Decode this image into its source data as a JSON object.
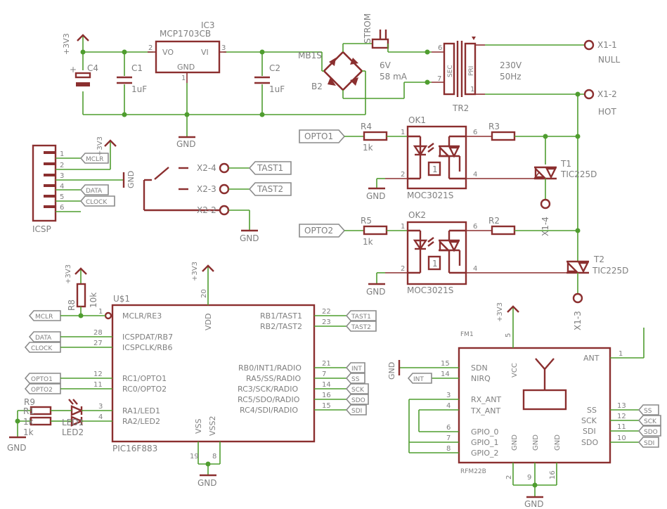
{
  "power": {
    "vcc": "+3V3",
    "gnd": "GND"
  },
  "regulator": {
    "name": "IC3",
    "value": "MCP1703CB",
    "vo": "VO",
    "vi": "VI",
    "gnd": "GND",
    "pin_vo": "2",
    "pin_vi": "3",
    "pin_gnd": "1"
  },
  "caps": {
    "c4": "C4",
    "c1": "C1",
    "c1_val": "1uF",
    "c2": "C2",
    "c2_val": "1uF"
  },
  "bridge": {
    "name": "MB1S",
    "ref": "B2"
  },
  "fuse": {
    "name": "STROM"
  },
  "transformer": {
    "name": "TR2",
    "sec": "SEC",
    "pri": "PRI",
    "sec_v": "6V",
    "sec_i": "58 mA",
    "pri_v": "230V",
    "pri_f": "50Hz",
    "p6": "6",
    "p7": "7",
    "p1": "1"
  },
  "mains": {
    "x11": "X1-1",
    "null": "NULL",
    "x12": "X1-2",
    "hot": "HOT",
    "x14": "X1-4",
    "x13": "X1-3"
  },
  "icsp": {
    "name": "ICSP",
    "pins": [
      "1",
      "2",
      "3",
      "4",
      "5",
      "6"
    ],
    "labels": {
      "mclr": "MCLR",
      "data": "DATA",
      "clock": "CLOCK"
    }
  },
  "buttons": {
    "x24": "X2-4",
    "x23": "X2-3",
    "x22": "X2-2",
    "tast1": "TAST1",
    "tast2": "TAST2"
  },
  "opto1": {
    "net": "OPTO1",
    "r": "R4",
    "r_val": "1k",
    "ok": "OK1",
    "part": "MOC3021S",
    "r2": "R3",
    "p1": "1",
    "p2": "2",
    "p4": "4",
    "p6": "6",
    "one": "1"
  },
  "opto2": {
    "net": "OPTO2",
    "r": "R5",
    "r_val": "1k",
    "ok": "OK2",
    "part": "MOC3021S",
    "r2": "R2",
    "p1": "1",
    "p2": "2",
    "p4": "4",
    "p6": "6",
    "one": "1"
  },
  "triacs": {
    "t1": "T1",
    "t1_val": "TIC225D",
    "t2": "T2",
    "t2_val": "TIC225D"
  },
  "mcu": {
    "name": "U$1",
    "part": "PIC16F883",
    "r8": "R8",
    "r8_val": "10k",
    "mclr_pin": "1",
    "left": [
      {
        "pin": "1",
        "label": "MCLR/RE3",
        "net": "MCLR"
      },
      {
        "pin": "28",
        "label": "ICSPDAT/RB7",
        "net": "DATA"
      },
      {
        "pin": "27",
        "label": "ICSPCLK/RB6",
        "net": "CLOCK"
      },
      {
        "pin": "12",
        "label": "RC1/OPTO1",
        "net": "OPTO1"
      },
      {
        "pin": "11",
        "label": "RC0/OPTO2",
        "net": "OPTO2"
      },
      {
        "pin": "3",
        "label": "RA1/LED1"
      },
      {
        "pin": "4",
        "label": "RA2/LED2"
      }
    ],
    "right": [
      {
        "pin": "22",
        "label": "RB1/TAST1",
        "net": "TAST1"
      },
      {
        "pin": "23",
        "label": "RB2/TAST2",
        "net": "TAST2"
      },
      {
        "pin": "21",
        "label": "RB0/INT1/RADIO",
        "net": "INT"
      },
      {
        "pin": "7",
        "label": "RA5/SS/RADIO",
        "net": "SS"
      },
      {
        "pin": "14",
        "label": "RC3/SCK/RADIO",
        "net": "SCK"
      },
      {
        "pin": "16",
        "label": "RC5/SDO/RADIO",
        "net": "SDO"
      },
      {
        "pin": "15",
        "label": "RC4/SDI/RADIO",
        "net": "SDI"
      }
    ],
    "vdd": "VDD",
    "vdd_pin": "20",
    "vss": "VSS",
    "vss2": "VSS2",
    "vss_pin": "19",
    "vss2_pin": "8"
  },
  "leds": {
    "r9": "R9",
    "r1": "R1",
    "r1_val": "1k",
    "r2_val": "1k",
    "led1": "LED1",
    "led2": "LED2"
  },
  "radio": {
    "name": "FM1",
    "part": "RFM22B",
    "vcc": "VCC",
    "vcc_pin": "5",
    "ant": "ANT",
    "ant_pin": "1",
    "left": [
      {
        "pin": "15",
        "label": "SDN"
      },
      {
        "pin": "14",
        "label": "NIRQ",
        "net": "INT"
      },
      {
        "pin": "3",
        "label": "RX_ANT"
      },
      {
        "pin": "4",
        "label": "TX_ANT"
      },
      {
        "pin": "6",
        "label": "GPIO_0"
      },
      {
        "pin": "7",
        "label": "GPIO_1"
      },
      {
        "pin": "8",
        "label": "GPIO_2"
      }
    ],
    "right": [
      {
        "pin": "13",
        "label": "SS",
        "net": "SS"
      },
      {
        "pin": "12",
        "label": "SCK",
        "net": "SCK"
      },
      {
        "pin": "11",
        "label": "SDI",
        "net": "SDO"
      },
      {
        "pin": "10",
        "label": "SDO",
        "net": "SDI"
      }
    ],
    "gnd": "GND",
    "gnd_pins": [
      "2",
      "9",
      "16"
    ]
  }
}
